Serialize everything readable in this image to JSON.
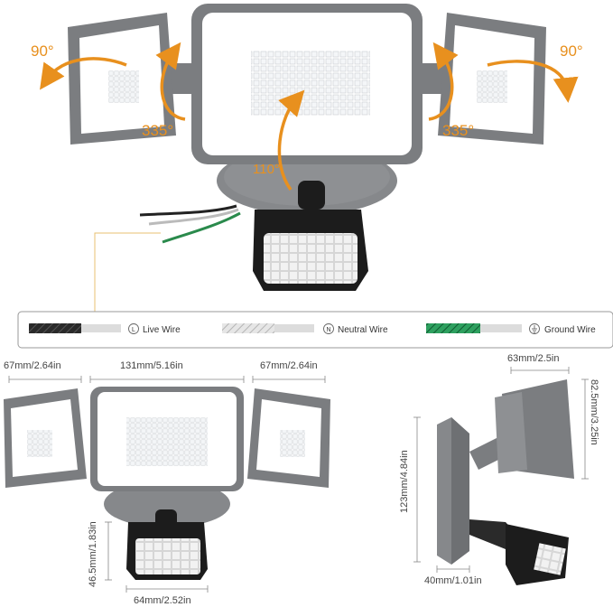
{
  "angles": {
    "left_outer": "90°",
    "right_outer": "90°",
    "left_inner": "335°",
    "right_inner": "335°",
    "center_tilt": "110°"
  },
  "wires": {
    "live": "Live Wire",
    "live_symbol": "L",
    "neutral": "Neutral Wire",
    "neutral_symbol": "N",
    "ground": "Ground Wire"
  },
  "dimensions": {
    "left_head_width": "67mm/2.64in",
    "center_head_width": "131mm/5.16in",
    "right_head_width": "67mm/2.64in",
    "sensor_height": "46.5mm/1.83in",
    "sensor_width": "64mm/2.52in",
    "side_depth": "63mm/2.5in",
    "head_height": "82.5mm/3.25in",
    "mount_height": "123mm/4.84in",
    "base_depth": "40mm/1.01in"
  },
  "colors": {
    "accent": "#e8901e",
    "housing": "#7b7d80",
    "panel": "#ffffff",
    "sensor": "#1c1c1c",
    "ground_wire": "#1f8a4c"
  }
}
